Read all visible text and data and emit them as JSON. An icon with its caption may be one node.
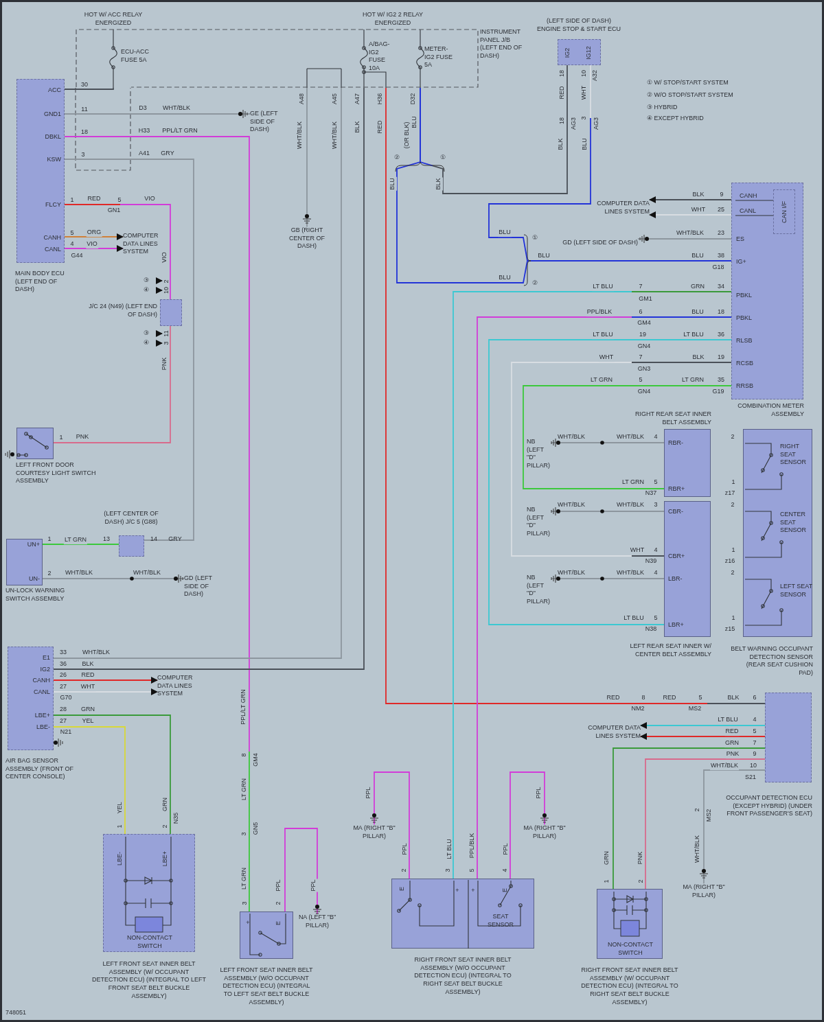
{
  "diagram": {
    "nodes": [
      {
        "text": [
          "ACC",
          "GND1",
          "DBKL",
          "KSW",
          "FLCY",
          "CANH",
          "CANL"
        ],
        "beside": [
          "MAIN BODY ECU (LEFT END OF DASH)"
        ]
      },
      {
        "text": [],
        "shape": "box",
        "beside": [
          "HOT W/ ACC RELAY ENERGIZED",
          "HOT W/ IG2 2 RELAY ENERGIZED",
          "INSTRUMENT PANEL J/B (LEFT END OF DASH)"
        ]
      },
      {
        "text": [
          "IG2",
          "IG12"
        ],
        "beside": [
          "(LEFT SIDE OF DASH) ENGINE STOP & START ECU"
        ]
      },
      {
        "text": [
          "CANH",
          "CANL",
          "ES",
          "IG+",
          "PBKL",
          "PBKL",
          "RLSB",
          "RCSB",
          "RRSB"
        ],
        "beside": [
          "COMBINATION METER ASSEMBLY"
        ]
      },
      {
        "text": [
          "CAN I/F"
        ],
        "in": 3
      },
      {
        "text": [],
        "shape": "box",
        "beside": [
          "LEFT FRONT DOOR COURTESY LIGHT SWITCH ASSEMBLY"
        ]
      },
      {
        "text": [],
        "shape": "box",
        "beside": [
          "J/C 24 (N49) (LEFT END OF DASH)"
        ]
      },
      {
        "text": [],
        "shape": "box",
        "beside": [
          "(LEFT CENTER OF DASH) J/C 5 (G88)"
        ]
      },
      {
        "text": [
          "UN+",
          "UN-"
        ],
        "beside": [
          "UN-LOCK WARNING SWITCH ASSEMBLY"
        ]
      },
      {
        "text": [
          "E1",
          "IG2",
          "CANH",
          "CANL",
          "LBE+",
          "LBE-"
        ],
        "beside": [
          "AIR BAG SENSOR ASSEMBLY (FRONT OF CENTER CONSOLE)"
        ]
      },
      {
        "text": [
          "LBE-",
          "LBE+",
          "NON-CONTACT SWITCH"
        ],
        "beside": [
          "LEFT FRONT SEAT INNER BELT ASSEMBLY (W/ OCCUPANT DETECTION ECU) (INTEGRAL TO LEFT FRONT SEAT BELT BUCKLE ASSEMBLY)"
        ]
      },
      {
        "text": [
          "+",
          "E"
        ],
        "beside": [
          "LEFT FRONT SEAT INNER BELT ASSEMBLY (W/O OCCUPANT DETECTION ECU) (INTEGRAL TO LEFT SEAT BELT BUCKLE ASSEMBLY)"
        ]
      },
      {
        "text": [
          "E",
          "+",
          "+",
          "E",
          "SEAT SENSOR"
        ],
        "beside": [
          "RIGHT FRONT SEAT INNER BELT ASSEMBLY (W/O OCCUPANT DETECTION ECU) (INTEGRAL TO RIGHT SEAT BELT BUCKLE ASSEMBLY)"
        ]
      },
      {
        "text": [
          "NON-CONTACT SWITCH"
        ],
        "beside": [
          "RIGHT FRONT SEAT INNER BELT ASSEMBLY (W/ OCCUPANT DETECTION ECU) (INTEGRAL TO RIGHT SEAT BELT BUCKLE ASSEMBLY)"
        ]
      },
      {
        "text": [],
        "shape": "box",
        "beside": [
          "OCCUPANT DETECTION ECU (EXCEPT HYBRID) (UNDER FRONT PASSENGER'S SEAT)"
        ]
      },
      {
        "text": [
          "RBR-",
          "RBR+"
        ],
        "beside": [
          "RIGHT REAR SEAT INNER BELT ASSEMBLY"
        ]
      },
      {
        "text": [
          "CBR-",
          "CBR+",
          "LBR-",
          "LBR+"
        ],
        "beside": [
          "LEFT REAR SEAT INNER W/ CENTER BELT ASSEMBLY"
        ]
      },
      {
        "text": [
          "RIGHT SEAT SENSOR",
          "CENTER SEAT SENSOR",
          "LEFT SEAT SENSOR"
        ],
        "beside": [
          "BELT WARNING OCCUPANT DETECTION SENSOR (REAR SEAT CUSHION PAD)"
        ]
      },
      {
        "text": [
          "GE (LEFT SIDE OF DASH)"
        ]
      },
      {
        "text": [
          "GB (RIGHT CENTER OF DASH)"
        ]
      },
      {
        "text": [
          "GD (LEFT SIDE OF DASH)"
        ]
      },
      {
        "text": [
          "GD (LEFT SIDE OF DASH)"
        ]
      },
      {
        "text": [
          "NB (LEFT \"D\" PILLAR)"
        ]
      },
      {
        "text": [
          "NB (LEFT \"D\" PILLAR)"
        ]
      },
      {
        "text": [
          "NB (LEFT \"D\" PILLAR)"
        ]
      },
      {
        "text": [
          "MA (RIGHT \"B\" PILLAR)"
        ]
      },
      {
        "text": [
          "NA (LEFT \"B\" PILLAR)"
        ]
      },
      {
        "text": [
          "MA (RIGHT \"B\" PILLAR)"
        ]
      },
      {
        "text": [
          "MA (RIGHT \"B\" PILLAR)"
        ]
      },
      {
        "text": [
          "COMPUTER DATA LINES SYSTEM"
        ]
      },
      {
        "text": [
          "COMPUTER DATA LINES SYSTEM"
        ]
      },
      {
        "text": [
          "COMPUTER DATA LINES SYSTEM"
        ]
      },
      {
        "text": [
          "COMPUTER DATA LINES SYSTEM"
        ]
      }
    ],
    "edges": [
      {
        "from": 1,
        "to": 0,
        "arrow": "none",
        "color": "#4a5058"
      },
      {
        "from": 0,
        "to": 18,
        "arrow": "none",
        "label": "WHT/BLK",
        "color": "#8d969e"
      },
      {
        "from": 0,
        "to": 11,
        "arrow": "none",
        "label": "PPL/LT GRN",
        "color": "#d23cd8"
      },
      {
        "from": 0,
        "to": 7,
        "arrow": "none",
        "label": "GRY",
        "color": "#8d969e"
      },
      {
        "from": 0,
        "to": 6,
        "arrow": "none",
        "label": "RED",
        "color": "#e02828"
      },
      {
        "from": 0,
        "to": 29,
        "arrow": "to",
        "label": "ORG",
        "color": "#d0803a"
      },
      {
        "from": 0,
        "to": 29,
        "arrow": "to",
        "label": "VIO",
        "color": "#d23cd8"
      },
      {
        "from": 6,
        "to": 5,
        "arrow": "none",
        "label": "PNK",
        "color": "#d86a8c"
      },
      {
        "from": 8,
        "to": 7,
        "arrow": "none",
        "label": "LT GRN",
        "color": "#3cc83c"
      },
      {
        "from": 8,
        "to": 21,
        "arrow": "none",
        "label": "WHT/BLK",
        "color": "#8d969e"
      },
      {
        "from": 1,
        "to": 19,
        "arrow": "none",
        "label": "WHT/BLK",
        "color": "#8d969e"
      },
      {
        "from": 1,
        "to": 9,
        "arrow": "none",
        "label": "WHT/BLK",
        "color": "#8d969e"
      },
      {
        "from": 1,
        "to": 9,
        "arrow": "none",
        "label": "BLK",
        "color": "#4a5058"
      },
      {
        "from": 1,
        "to": 14,
        "arrow": "none",
        "label": "RED",
        "color": "#e02828"
      },
      {
        "from": 1,
        "to": 2,
        "arrow": "none",
        "label": "BLK",
        "color": "#4a5058"
      },
      {
        "from": 1,
        "to": 3,
        "arrow": "none",
        "label": "BLU",
        "color": "#2233d8"
      },
      {
        "from": 2,
        "to": 3,
        "arrow": "none",
        "label": "BLU",
        "color": "#2233d8"
      },
      {
        "from": 3,
        "to": 30,
        "arrow": "to",
        "label": "BLK",
        "color": "#4a5058"
      },
      {
        "from": 3,
        "to": 30,
        "arrow": "to",
        "label": "WHT",
        "color": "#d8dde2"
      },
      {
        "from": 3,
        "to": 20,
        "arrow": "none",
        "label": "WHT/BLK",
        "color": "#8d969e"
      },
      {
        "from": 3,
        "to": 12,
        "arrow": "none",
        "label": "LT BLU",
        "color": "#3cc8d2"
      },
      {
        "from": 3,
        "to": 12,
        "arrow": "none",
        "label": "PPL/BLK",
        "color": "#d23cd8"
      },
      {
        "from": 3,
        "to": 16,
        "arrow": "none",
        "label": "LT BLU",
        "color": "#3cc8d2"
      },
      {
        "from": 3,
        "to": 16,
        "arrow": "none",
        "label": "WHT",
        "color": "#d8dde2"
      },
      {
        "from": 3,
        "to": 15,
        "arrow": "none",
        "label": "LT GRN",
        "color": "#3cc83c"
      },
      {
        "from": 15,
        "to": 22,
        "arrow": "none",
        "label": "WHT/BLK",
        "color": "#8d969e"
      },
      {
        "from": 16,
        "to": 23,
        "arrow": "none",
        "label": "WHT/BLK",
        "color": "#8d969e"
      },
      {
        "from": 16,
        "to": 24,
        "arrow": "none",
        "label": "WHT/BLK",
        "color": "#8d969e"
      },
      {
        "from": 9,
        "to": 31,
        "arrow": "to",
        "label": "RED",
        "color": "#e02828"
      },
      {
        "from": 9,
        "to": 31,
        "arrow": "to",
        "label": "WHT",
        "color": "#d8dde2"
      },
      {
        "from": 9,
        "to": 10,
        "arrow": "none",
        "label": "GRN",
        "color": "#3a9a3a"
      },
      {
        "from": 9,
        "to": 10,
        "arrow": "none",
        "label": "YEL",
        "color": "#d8d838"
      },
      {
        "from": 25,
        "to": 12,
        "arrow": "none",
        "label": "PPL",
        "color": "#d23cd8"
      },
      {
        "from": 27,
        "to": 12,
        "arrow": "none",
        "label": "PPL",
        "color": "#d23cd8"
      },
      {
        "from": 26,
        "to": 11,
        "arrow": "none",
        "label": "PPL",
        "color": "#d23cd8"
      },
      {
        "from": 14,
        "to": 32,
        "arrow": "to",
        "label": "LT BLU",
        "color": "#3cc8d2"
      },
      {
        "from": 14,
        "to": 32,
        "arrow": "to",
        "label": "RED",
        "color": "#e02828"
      },
      {
        "from": 14,
        "to": 13,
        "arrow": "none",
        "label": "GRN",
        "color": "#3a9a3a"
      },
      {
        "from": 14,
        "to": 13,
        "arrow": "none",
        "label": "PNK",
        "color": "#d86a8c"
      },
      {
        "from": 14,
        "to": 28,
        "arrow": "none",
        "label": "WHT/BLK",
        "color": "#8d969e"
      }
    ],
    "labels": [
      "ECU-ACC FUSE 5A",
      "A/BAG- IG2 FUSE 10A",
      "METER-IG2 FUSE 5A",
      "30",
      "11",
      "18",
      "3",
      "D3",
      "H33",
      "A41",
      "1",
      "5",
      "GN1",
      "VIO",
      "5",
      "4",
      "G44",
      "VIO",
      "③",
      "④",
      "2",
      "10",
      "③",
      "④",
      "11",
      "3",
      "PNK",
      "1",
      "1",
      "13",
      "14",
      "GRY",
      "2",
      "WHT/BLK",
      "A48",
      "A45",
      "A47",
      "H36",
      "D32",
      "(OR BLK)",
      "BLU",
      "②",
      "①",
      "18",
      "RED",
      "10",
      "WHT",
      "A32",
      "18",
      "AG3",
      "3",
      "AG3",
      "BLK",
      "BLU",
      "① W/ STOP/START SYSTEM",
      "② W/O STOP/START SYSTEM",
      "③ HYBRID",
      "④ EXCEPT HYBRID",
      "BLU",
      "BLU",
      "BLU",
      "①",
      "②",
      "9",
      "25",
      "23",
      "38",
      "G18",
      "34",
      "GRN",
      "7",
      "GM1",
      "18",
      "BLU",
      "6",
      "GM4",
      "36",
      "LT BLU",
      "19",
      "GN4",
      "19",
      "BLK",
      "7",
      "GN3",
      "35",
      "LT GRN",
      "5",
      "GN4",
      "G19",
      "WHT/BLK",
      "4",
      "LT GRN",
      "5",
      "N37",
      "2",
      "1",
      "z17",
      "WHT/BLK",
      "3",
      "WHT",
      "4",
      "N39",
      "2",
      "1",
      "z16",
      "WHT/BLK",
      "4",
      "LT BLU",
      "5",
      "N38",
      "2",
      "1",
      "z15",
      "33",
      "WHT/BLK",
      "36",
      "BLK",
      "26",
      "27",
      "G70",
      "28",
      "27",
      "N21",
      "YEL",
      "1",
      "GRN",
      "2",
      "N35",
      "PPL/LT GRN",
      "8",
      "GM4",
      "LT GRN",
      "3",
      "GN5",
      "LT GRN",
      "3",
      "PPL",
      "2",
      "PPL",
      "2",
      "LT BLU",
      "3",
      "PPL/BLK",
      "5",
      "PPL",
      "4",
      "RED",
      "8",
      "NM2",
      "RED",
      "5",
      "MS2",
      "BLK",
      "6",
      "4",
      "5",
      "7",
      "9",
      "10",
      "S21",
      "2",
      "MS2",
      "WHT/BLK",
      "GRN",
      "1",
      "PNK",
      "2",
      "748051"
    ]
  }
}
